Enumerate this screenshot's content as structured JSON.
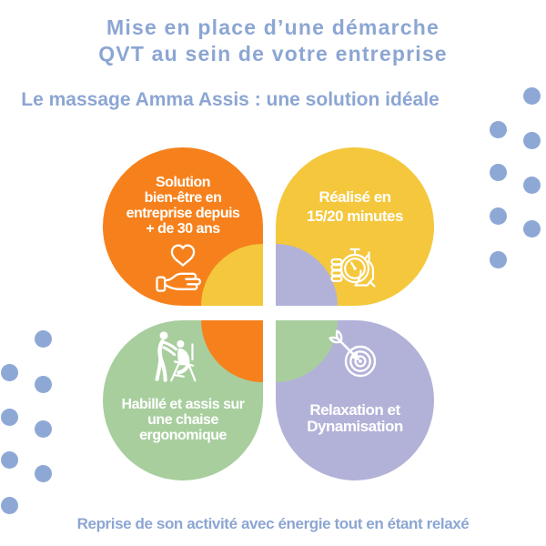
{
  "header": {
    "title_line1": "Mise en place d’une démarche",
    "title_line2": "QVT au sein de votre entreprise",
    "subtitle": "Le massage Amma Assis : une solution idéale"
  },
  "cards": [
    {
      "name": "solution-anciennete",
      "color": "#F6811C",
      "accent_color": "#F5C73C",
      "icon": "hand-holding-heart",
      "lines": [
        "Solution",
        "bien-être en",
        "entreprise depuis",
        "+ de 30 ans"
      ]
    },
    {
      "name": "duree-seance",
      "color": "#F5C73C",
      "accent_color": "#B2B2D8",
      "icon": "stopwatch-in-hand",
      "lines": [
        "Réalisé en",
        "15/20 minutes"
      ]
    },
    {
      "name": "chaise-ergonomique",
      "color": "#A8CE9E",
      "accent_color": "#F6811C",
      "icon": "chair-massage",
      "lines": [
        "Habillé et assis sur",
        "une chaise",
        "ergonomique"
      ]
    },
    {
      "name": "relaxation-dynamisation",
      "color": "#B2B2D8",
      "accent_color": "#A8CE9E",
      "icon": "dart-on-target",
      "lines": [
        "Relaxation et",
        "Dynamisation"
      ]
    }
  ],
  "footer": {
    "text": "Reprise de son activité avec énergie tout en étant relaxé"
  },
  "colors": {
    "accent_text_blue": "#8CA6D3",
    "dots_blue": "#8EA8D6",
    "icon_stroke": "#FFFFFF",
    "background": "#FFFFFF"
  }
}
